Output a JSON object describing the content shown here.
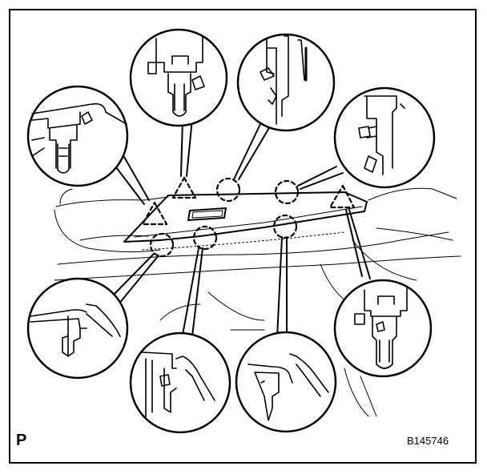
{
  "figure": {
    "corner_label": "P",
    "figure_code": "B145746"
  },
  "colors": {
    "line": "#000000",
    "background": "#ffffff"
  },
  "callouts": [
    {
      "name": "top-left-callout",
      "marker": "triangle",
      "content": "clip-claw"
    },
    {
      "name": "top-center-callout",
      "marker": "triangle",
      "content": "clip-claw"
    },
    {
      "name": "top-center-right-callout",
      "marker": "circle",
      "content": "hook-claw"
    },
    {
      "name": "top-right-callout",
      "marker": "circle",
      "content": "hook-claw"
    },
    {
      "name": "bottom-left-callout",
      "marker": "circle",
      "content": "hook-claw"
    },
    {
      "name": "bottom-center-left-callout",
      "marker": "circle",
      "content": "hook-claw"
    },
    {
      "name": "bottom-center-right-callout",
      "marker": "circle",
      "content": "hook-claw"
    },
    {
      "name": "bottom-right-callout",
      "marker": "triangle",
      "content": "clip-claw"
    }
  ]
}
